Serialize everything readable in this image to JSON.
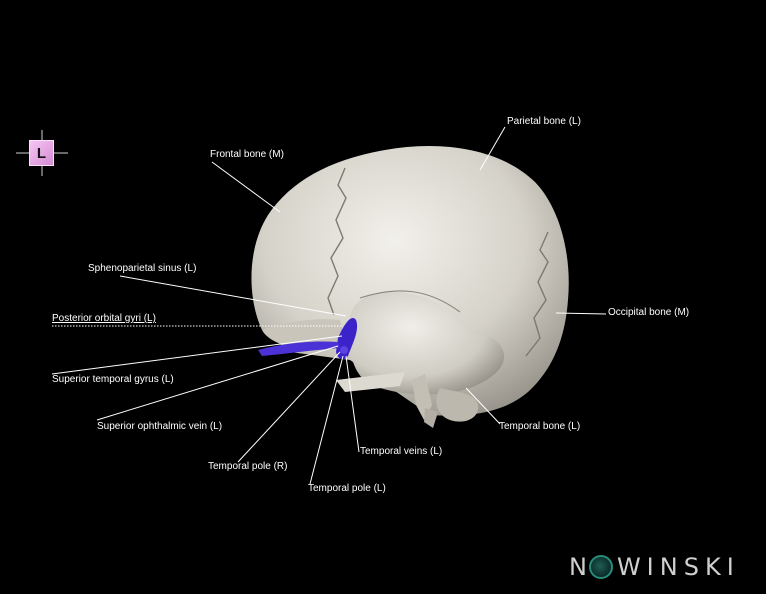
{
  "orientation": {
    "letter": "L"
  },
  "labels": {
    "parietal": "Parietal bone (L)",
    "frontal": "Frontal bone (M)",
    "sphenoparietal": "Sphenoparietal sinus (L)",
    "posterior_orbital": "Posterior orbital gyri (L)",
    "occipital": "Occipital bone (M)",
    "superior_temporal_gyrus": "Superior temporal gyrus (L)",
    "superior_ophthalmic": "Superior ophthalmic vein (L)",
    "temporal_bone": "Temporal bone (L)",
    "temporal_veins": "Temporal veins (L)",
    "temporal_pole_r": "Temporal pole (R)",
    "temporal_pole_l": "Temporal pole (L)"
  },
  "brand": {
    "text_left": "N",
    "text_right": "WINSKI"
  },
  "colors": {
    "background": "#000000",
    "bone": "#d8d5cc",
    "vessel": "#3b22c9"
  }
}
